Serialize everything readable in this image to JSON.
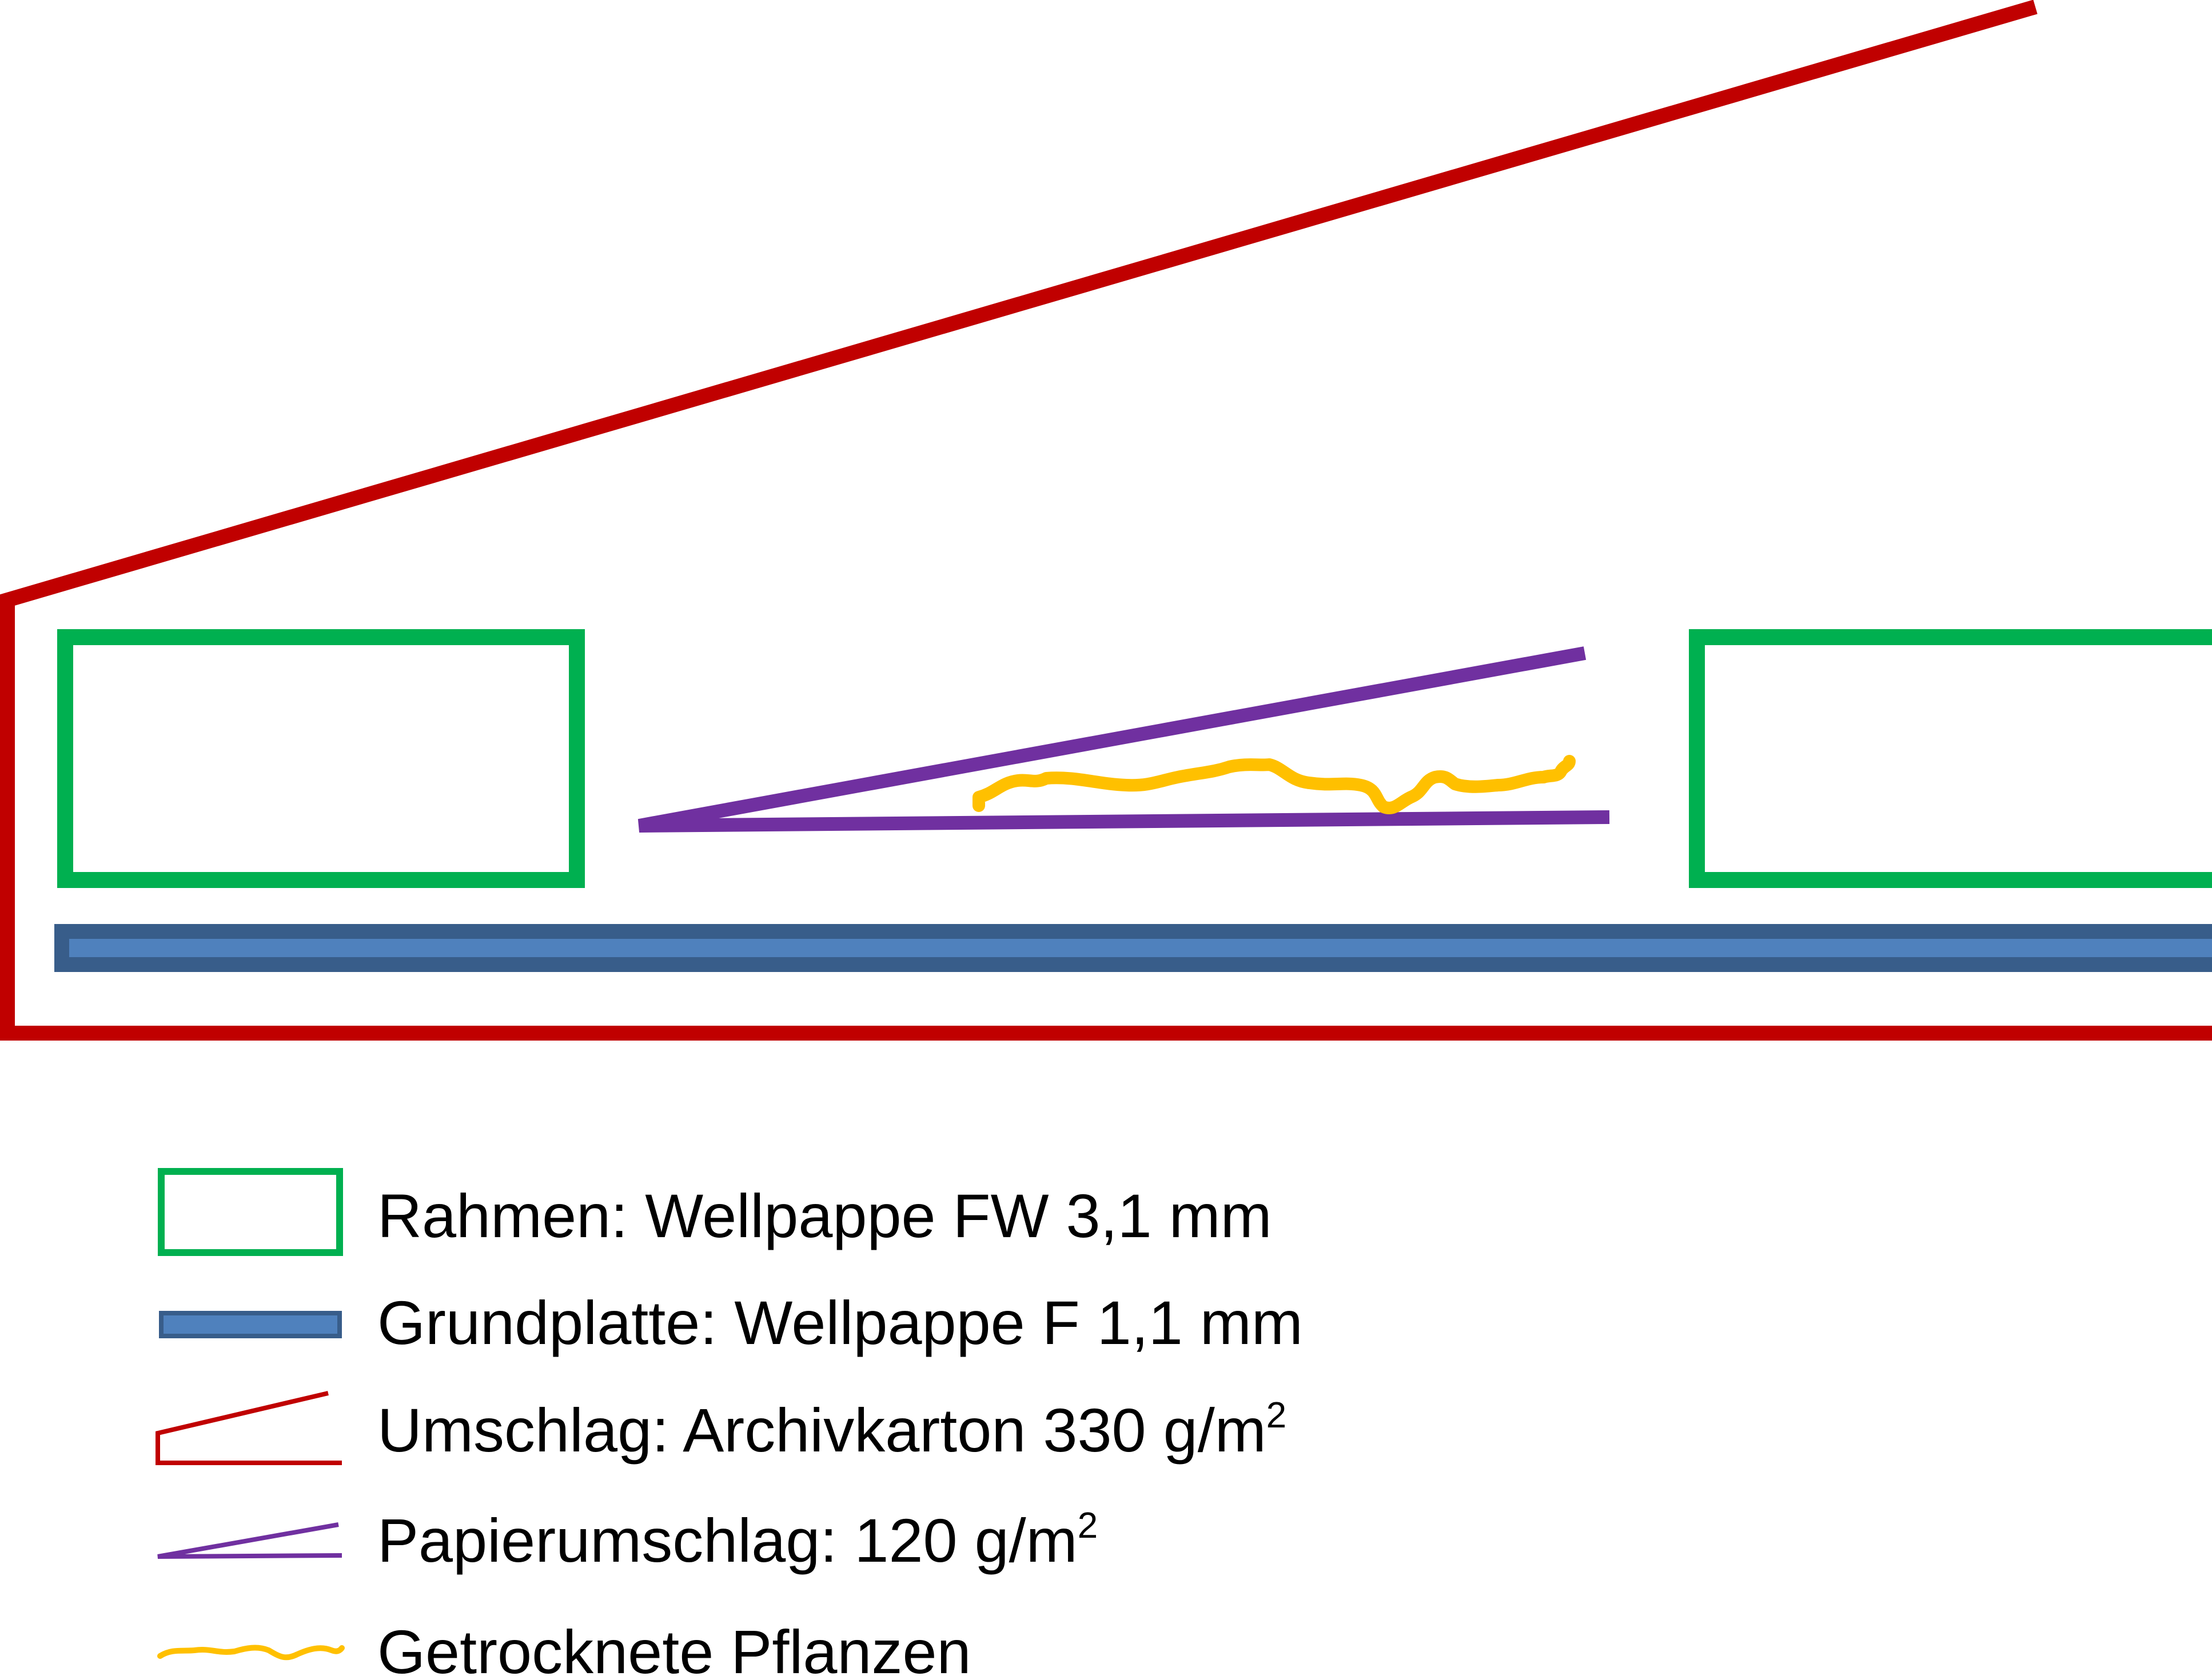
{
  "colors": {
    "frame": "#00b050",
    "base_plate_fill": "#4f81bd",
    "base_plate_stroke": "#385d8a",
    "cover": "#c00000",
    "paper_cover": "#7030a0",
    "plants": "#ffc000",
    "text": "#000000",
    "background": "#ffffff"
  },
  "legend": [
    {
      "key": "frame",
      "symbol": "green-rectangle-outline",
      "label": "Rahmen: Wellpappe FW 3,1 mm"
    },
    {
      "key": "base_plate",
      "symbol": "blue-filled-bar",
      "label": "Grundplatte: Wellpappe F 1,1 mm"
    },
    {
      "key": "cover",
      "symbol": "red-wedge-outline",
      "label": "Umschlag: Archivkarton 330 g/m",
      "superscript": "2"
    },
    {
      "key": "paper_cover",
      "symbol": "purple-wedge-lines",
      "label": "Papierumschlag: 120 g/m",
      "superscript": "2"
    },
    {
      "key": "plants",
      "symbol": "yellow-wavy-line",
      "label": "Getrocknete Pflanzen"
    }
  ]
}
